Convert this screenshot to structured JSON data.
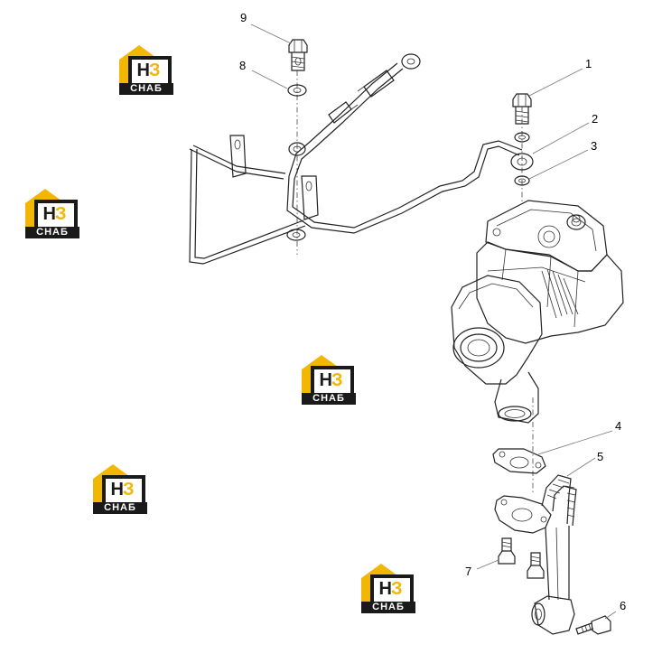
{
  "watermark": {
    "letter_1": "Н",
    "letter_2": "З",
    "word": "СНАБ",
    "colors": {
      "accent": "#f2b705",
      "dark": "#1a1a1a"
    }
  },
  "callouts": [
    "1",
    "2",
    "3",
    "4",
    "5",
    "6",
    "7",
    "8",
    "9"
  ]
}
